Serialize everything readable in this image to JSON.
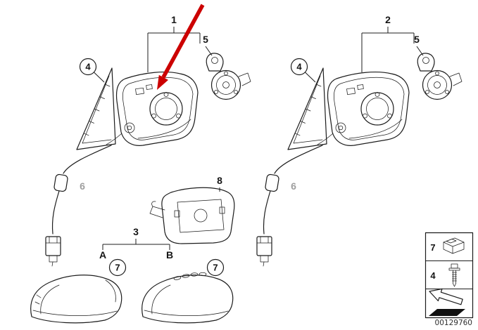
{
  "callouts": {
    "assembly_left": "1",
    "assembly_right": "2",
    "cap_group": "3",
    "base_gasket": "4",
    "mirror_drive": "5",
    "wiring_harness": "6",
    "cover_cap": "7",
    "mirror_glass": "8",
    "variant_a": "A",
    "variant_b": "B"
  },
  "legend": {
    "clip_label": "7",
    "screw_label": "4"
  },
  "footer": {
    "document_number": "00129760"
  },
  "colors": {
    "line": "#1c1c1c",
    "highlight_arrow": "#cc0000",
    "muted_label": "#9e9e9e"
  }
}
